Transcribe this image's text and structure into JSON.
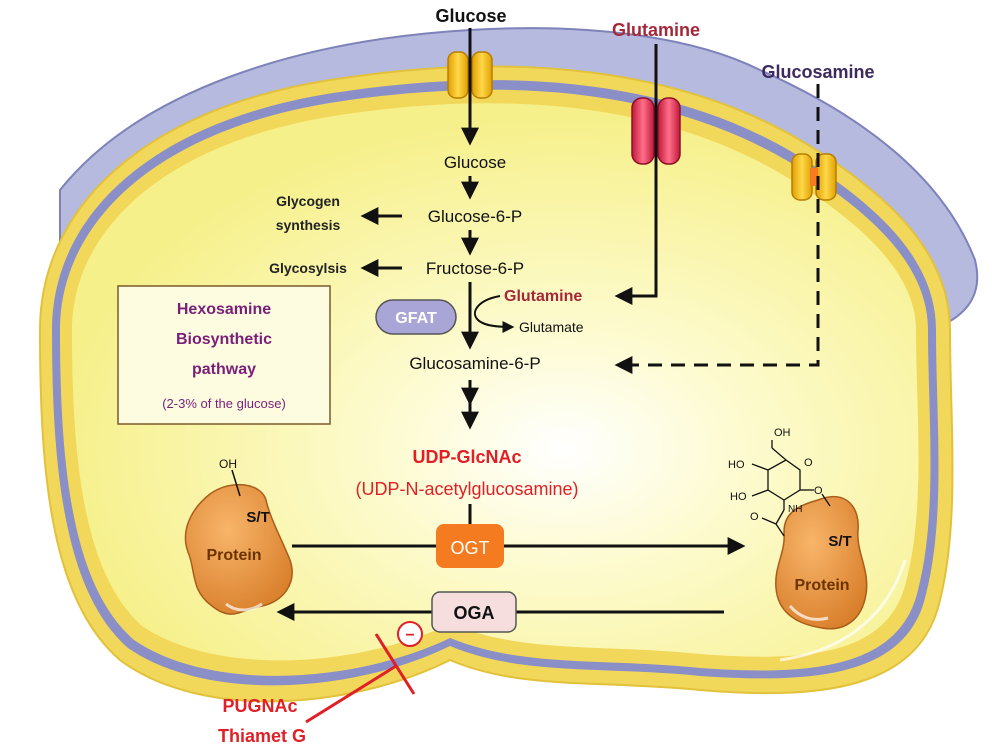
{
  "inputs": {
    "glucose": "Glucose",
    "glutamine": "Glutamine",
    "glucosamine": "Glucosamine"
  },
  "pathway": {
    "glucose": "Glucose",
    "g6p": "Glucose-6-P",
    "f6p": "Fructose-6-P",
    "glutamine": "Glutamine",
    "glutamate": "Glutamate",
    "gfat": "GFAT",
    "gln6p": "Glucosamine-6-P",
    "udp_short": "UDP-GlcNAc",
    "udp_long": "(UDP-N-acetylglucosamine)"
  },
  "side_paths": {
    "glycogen_line1": "Glycogen",
    "glycogen_line2": "synthesis",
    "glycolysis": "Glycosylsis"
  },
  "hbp_box": {
    "line1": "Hexosamine",
    "line2": "Biosynthetic",
    "line3": "pathway",
    "note": "(2-3% of the glucose)"
  },
  "enzymes": {
    "ogt": "OGT",
    "oga": "OGA"
  },
  "protein": {
    "left_site": "S/T",
    "left_label": "Protein",
    "left_oh": "OH",
    "right_site": "S/T",
    "right_label": "Protein"
  },
  "sugar": {
    "oh_top": "OH",
    "ho_1": "HO",
    "ho_2": "HO",
    "o_ring": "O",
    "nh": "NH",
    "o_link": "O",
    "o_carbonyl": "O"
  },
  "inhibition": {
    "minus": "−",
    "drug1": "PUGNAc",
    "drug2": "Thiamet G"
  },
  "colors": {
    "cytoplasm": "#fbf7b0",
    "membrane_dots": "#f2d85a",
    "membrane_core": "#8a8fc7",
    "extracellular": "#b6badf",
    "glutamine_red": "#a5283a",
    "hbp_purple": "#7a1f78",
    "udp_red": "#e01f26",
    "ogt_orange": "#f47b20",
    "oga_pink": "#f6dede"
  }
}
